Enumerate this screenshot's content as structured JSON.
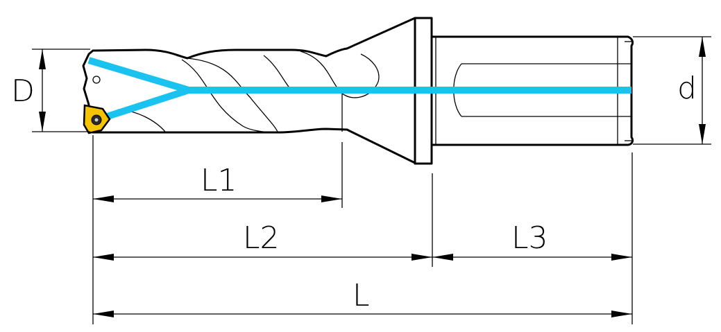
{
  "labels": {
    "diameter": "D",
    "shank_diameter": "d",
    "l1": "L1",
    "l2": "L2",
    "l3": "L3",
    "total_length": "L"
  },
  "colors": {
    "coolant_channel": "#19c2ef",
    "insert": "#f5c400",
    "outline": "#000000"
  },
  "icons": {
    "insert_screw": "torx-screw-icon"
  }
}
